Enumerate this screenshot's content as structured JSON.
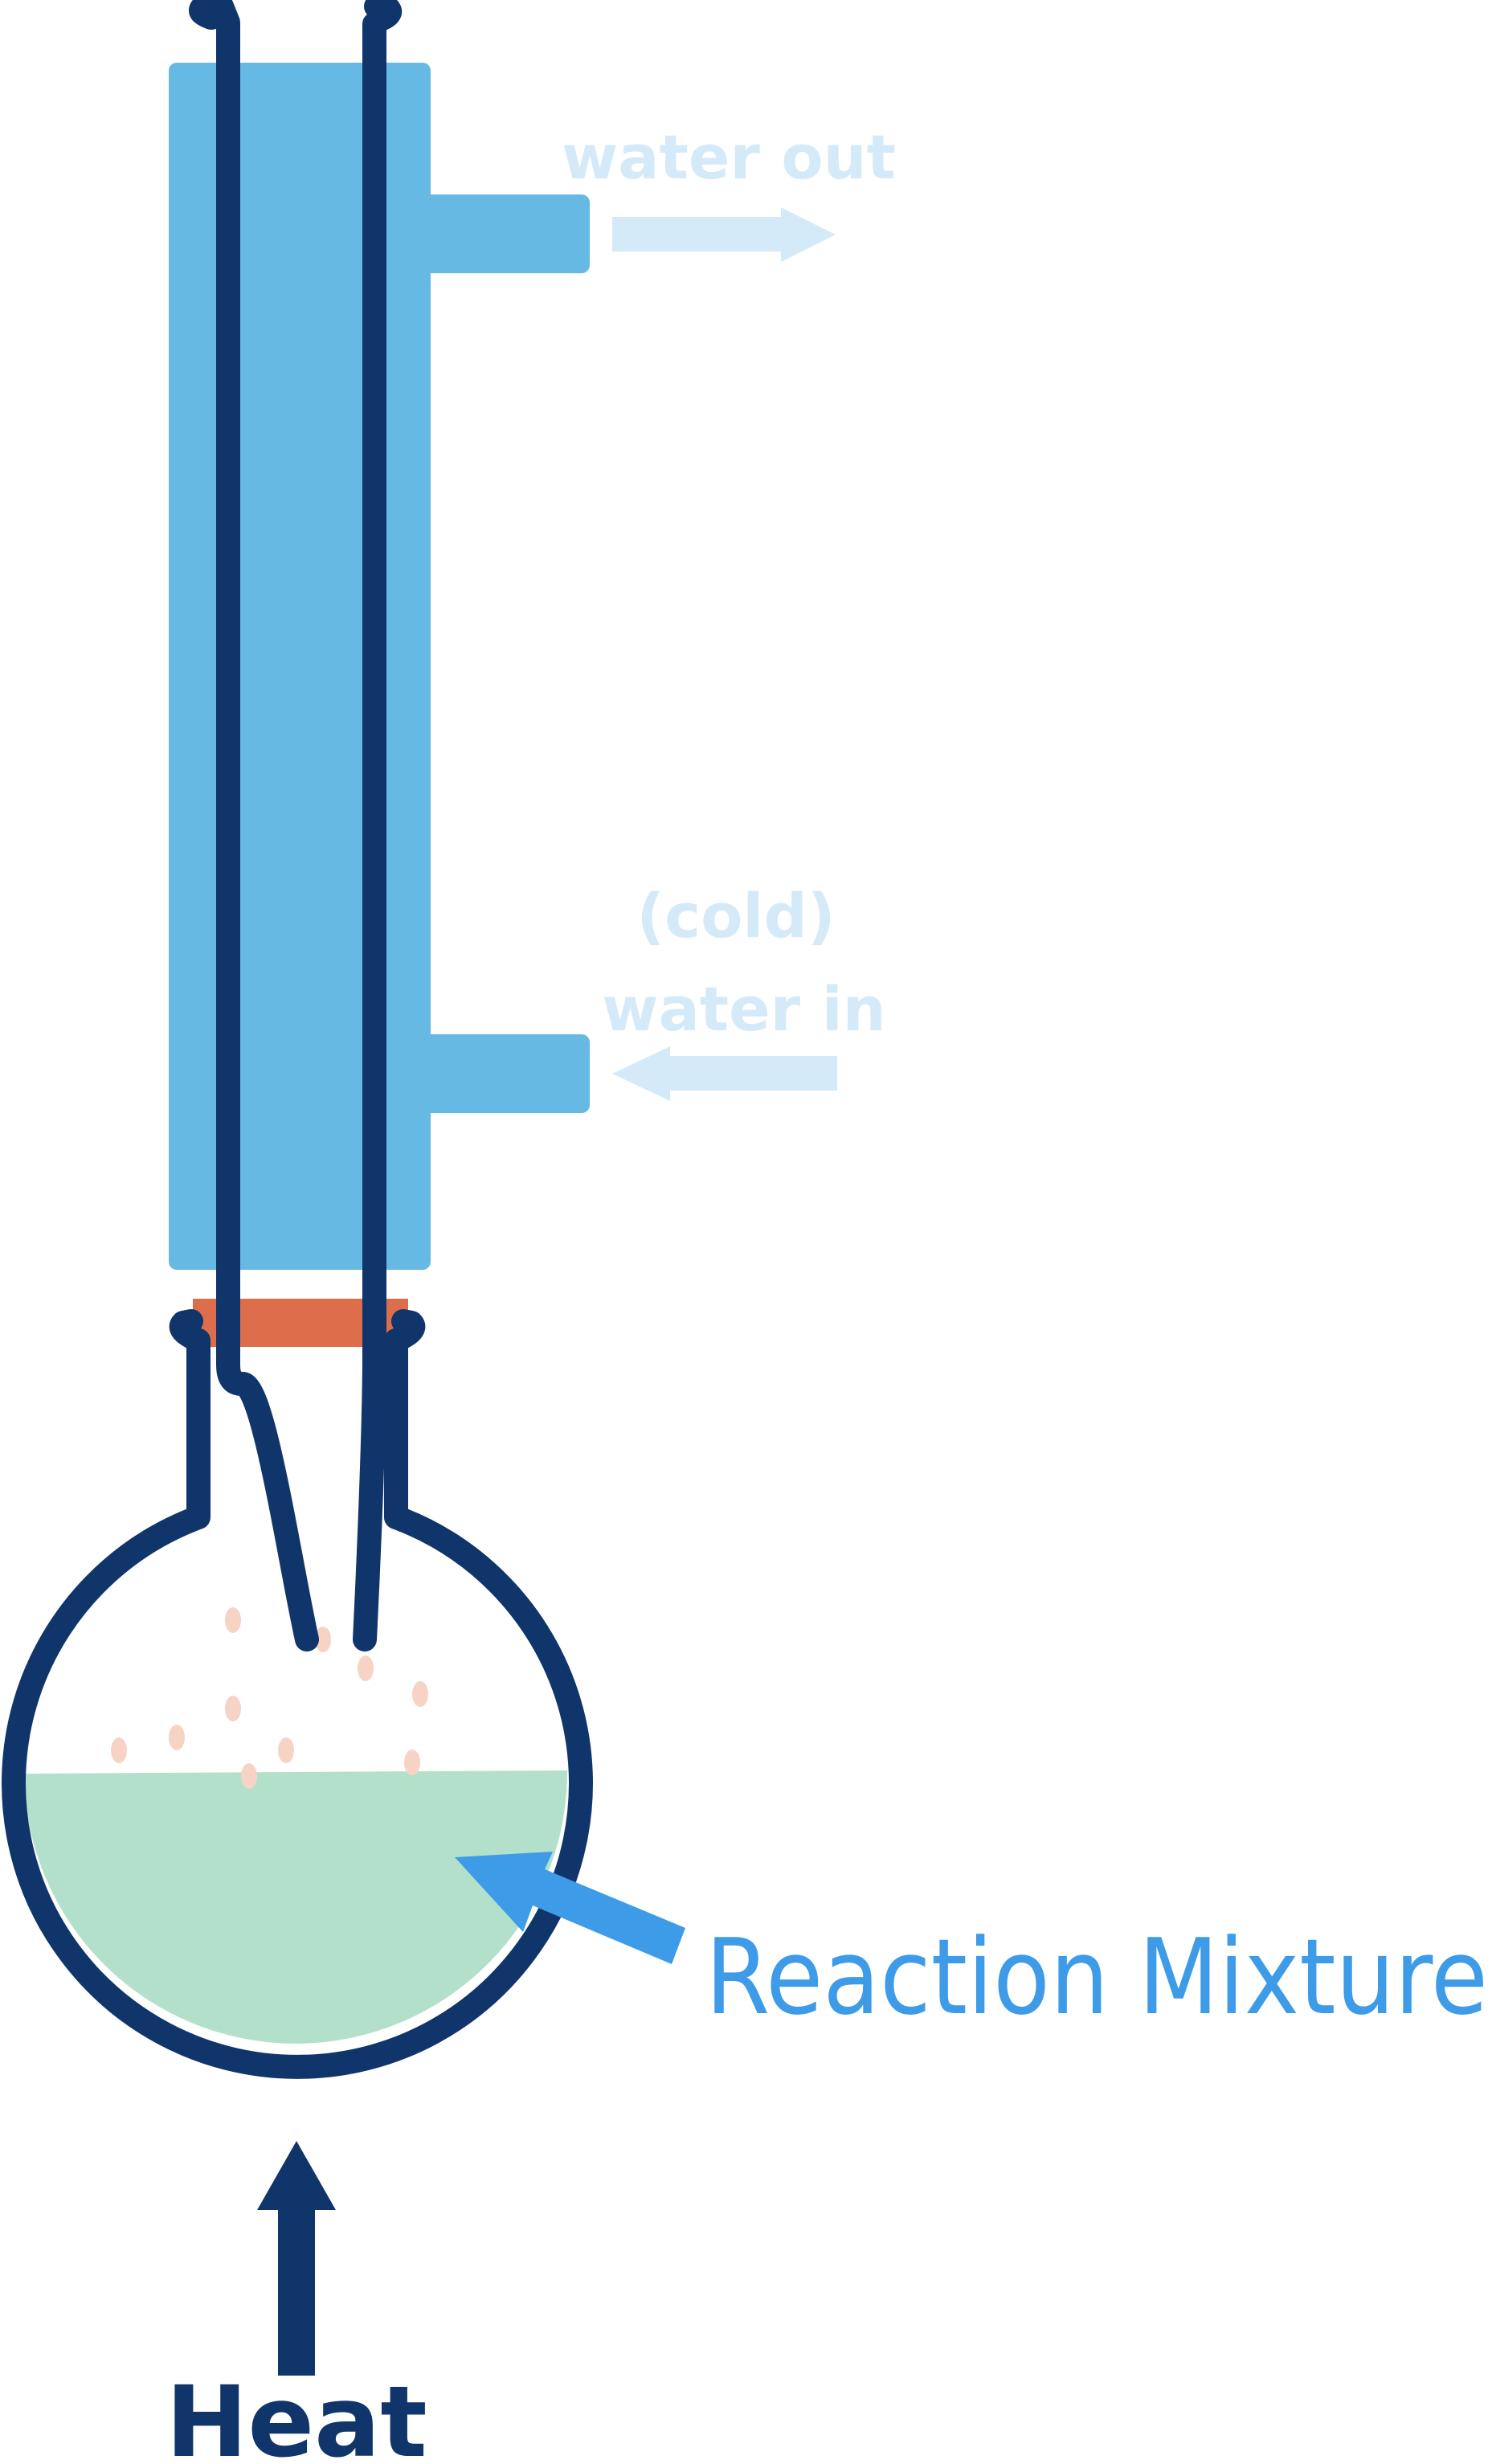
{
  "labels": {
    "water_out": "water out",
    "cold": "(cold)",
    "water_in": "water in",
    "reaction_mixture": "Reaction Mixture",
    "heat": "Heat"
  },
  "colors": {
    "glass_outline": "#10356b",
    "condenser_jacket": "#65b9e3",
    "water_label": "#d5eaf8",
    "stopper": "#dd6e4c",
    "liquid": "#b3e0cb",
    "bubble": "#f7d3c6",
    "mixture_arrow": "#3d9be8",
    "mixture_label": "#3d9be8",
    "heat": "#10356b"
  }
}
